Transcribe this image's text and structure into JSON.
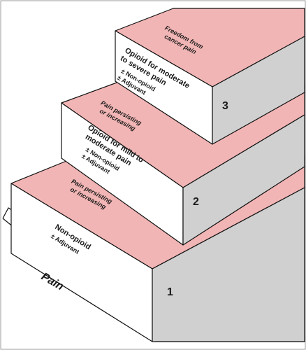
{
  "ladder": {
    "base_label": "Pain",
    "step1": {
      "number": "1",
      "front_line1": "Non-opioid",
      "front_line2": "± Adjuvant",
      "top_line1": "Pain persisting",
      "top_line2": "or increasing"
    },
    "step2": {
      "number": "2",
      "front_line1": "Opioid for mild to",
      "front_line2": "moderate pain",
      "front_line3": "± Non-opioid",
      "front_line4": "± Adjuvant",
      "top_line1": "Pain persisting",
      "top_line2": "or increasing"
    },
    "step3": {
      "number": "3",
      "front_line1": "Opioid for moderate",
      "front_line2": "to severe pain",
      "front_line3": "± Non-opioid",
      "front_line4": "± Adjuvant",
      "top_line1": "Freedom from",
      "top_line2": "cancer pain"
    }
  },
  "colors": {
    "top_face": "#f2b5b5",
    "side_face": "#d0d0d0",
    "front_face": "#ffffff",
    "outline": "#111111"
  }
}
